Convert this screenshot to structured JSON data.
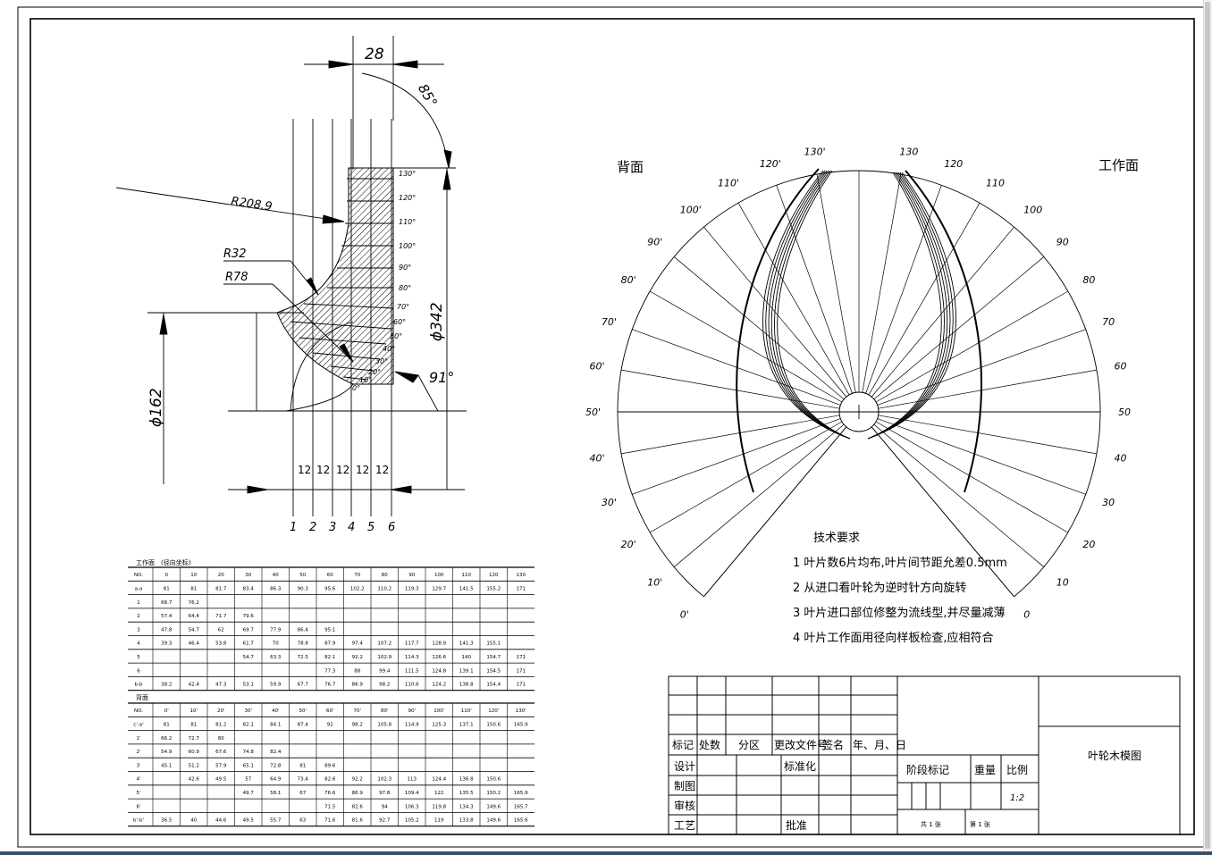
{
  "dims": {
    "width_28": "28",
    "angle_85": "85°",
    "radius_208": "R208.9",
    "radius_32": "R32",
    "radius_78": "R78",
    "dia_342": "ϕ342",
    "dia_162": "ϕ162",
    "angle_91": "91°",
    "spacing": [
      "12",
      "12",
      "12",
      "12",
      "12"
    ],
    "sections": [
      "1",
      "2",
      "3",
      "4",
      "5",
      "6"
    ],
    "profile_angles": [
      "130°",
      "120°",
      "110°",
      "100°",
      "90°",
      "80°",
      "70°",
      "60°",
      "50°",
      "40°",
      "30°",
      "20°",
      "10°",
      "0°"
    ]
  },
  "fan": {
    "back_label": "背面",
    "work_label": "工作面",
    "left_angles": [
      "0'",
      "10'",
      "20'",
      "30'",
      "40'",
      "50'",
      "60'",
      "70'",
      "80'",
      "90'",
      "100'",
      "110'",
      "120'",
      "130'"
    ],
    "right_angles": [
      "0",
      "10",
      "20",
      "30",
      "40",
      "50",
      "60",
      "70",
      "80",
      "90",
      "100",
      "110",
      "120",
      "130"
    ]
  },
  "requirements": {
    "title": "技术要求",
    "items": [
      "1 叶片数6片均布,叶片间节距允差0.5mm",
      "2 从进口看叶轮为逆时针方向旋转",
      "3 叶片进口部位修整为流线型,并尽量减薄",
      "4 叶片工作面用径向样板检查,应相符合"
    ]
  },
  "table_work": {
    "title": "工作面",
    "subtitle": "(径向坐标)",
    "header": [
      "NO.",
      "0",
      "10",
      "20",
      "30",
      "40",
      "50",
      "60",
      "70",
      "80",
      "90",
      "100",
      "110",
      "120",
      "130"
    ],
    "rows": [
      [
        "a-a",
        "81",
        "81",
        "81.7",
        "83.4",
        "86.3",
        "90.3",
        "95.6",
        "102.2",
        "110.2",
        "119.3",
        "129.7",
        "141.5",
        "155.2",
        "171"
      ],
      [
        "1",
        "68.7",
        "76.2",
        "",
        "",
        "",
        "",
        "",
        "",
        "",
        "",
        "",
        "",
        "",
        ""
      ],
      [
        "2",
        "57.4",
        "64.4",
        "71.7",
        "79.6",
        "",
        "",
        "",
        "",
        "",
        "",
        "",
        "",
        "",
        ""
      ],
      [
        "3",
        "47.8",
        "54.7",
        "62",
        "69.7",
        "77.9",
        "86.4",
        "95.1",
        "",
        "",
        "",
        "",
        "",
        "",
        ""
      ],
      [
        "4",
        "39.3",
        "46.4",
        "53.8",
        "61.7",
        "70",
        "78.8",
        "87.9",
        "97.4",
        "107.2",
        "117.7",
        "128.9",
        "141.3",
        "155.1",
        ""
      ],
      [
        "5",
        "",
        "",
        "",
        "54.7",
        "63.3",
        "72.5",
        "82.1",
        "92.2",
        "102.9",
        "114.3",
        "126.6",
        "140",
        "154.7",
        "171"
      ],
      [
        "6",
        "",
        "",
        "",
        "",
        "",
        "",
        "77.3",
        "88",
        "99.4",
        "111.5",
        "124.8",
        "139.1",
        "154.5",
        "171"
      ],
      [
        "b-b",
        "38.2",
        "42.4",
        "47.3",
        "53.1",
        "59.9",
        "67.7",
        "76.7",
        "86.9",
        "98.2",
        "110.6",
        "124.2",
        "138.8",
        "154.4",
        "171"
      ]
    ]
  },
  "table_back": {
    "title": "背面",
    "header": [
      "NO.",
      "0'",
      "10'",
      "20'",
      "30'",
      "40'",
      "50'",
      "60'",
      "70'",
      "80'",
      "90'",
      "100'",
      "110'",
      "120'",
      "130'"
    ],
    "rows": [
      [
        "c'-a'",
        "81",
        "81",
        "81.2",
        "82.1",
        "84.1",
        "87.4",
        "92",
        "98.2",
        "105.8",
        "114.9",
        "125.3",
        "137.1",
        "150.6",
        "165.9"
      ],
      [
        "1'",
        "66.2",
        "72.7",
        "80",
        "",
        "",
        "",
        "",
        "",
        "",
        "",
        "",
        "",
        "",
        ""
      ],
      [
        "2'",
        "54.9",
        "60.9",
        "67.6",
        "74.8",
        "82.4",
        "",
        "",
        "",
        "",
        "",
        "",
        "",
        "",
        ""
      ],
      [
        "3'",
        "45.1",
        "51.2",
        "57.9",
        "65.1",
        "72.8",
        "81",
        "89.6",
        "",
        "",
        "",
        "",
        "",
        "",
        ""
      ],
      [
        "4'",
        "",
        "42.6",
        "49.5",
        "57",
        "64.9",
        "73.4",
        "82.6",
        "92.2",
        "102.3",
        "113",
        "124.4",
        "136.8",
        "150.6",
        ""
      ],
      [
        "5'",
        "",
        "",
        "",
        "49.7",
        "58.1",
        "67",
        "76.6",
        "86.9",
        "97.8",
        "109.4",
        "122",
        "135.5",
        "150.2",
        "165.9"
      ],
      [
        "6'",
        "",
        "",
        "",
        "",
        "",
        "",
        "71.5",
        "82.6",
        "94",
        "106.3",
        "119.8",
        "134.3",
        "149.6",
        "165.7"
      ],
      [
        "b'-b'",
        "36.5",
        "40",
        "44.6",
        "49.5",
        "55.7",
        "63",
        "71.6",
        "81.6",
        "92.7",
        "105.2",
        "119",
        "133.8",
        "149.6",
        "165.6"
      ]
    ]
  },
  "title_block": {
    "mark": "标记",
    "count": "处数",
    "zone": "分区",
    "change_doc": "更改文件号",
    "sign": "签名",
    "date": "年、月、日",
    "design": "设计",
    "standard": "标准化",
    "draw": "制图",
    "review": "审核",
    "process": "工艺",
    "approve": "批准",
    "stage_mark": "阶段标记",
    "weight": "重量",
    "scale": "比例",
    "scale_value": "1:2",
    "sheets_total": "共 1 张",
    "sheet_no": "第 1 张",
    "drawing_name": "叶轮木模图"
  }
}
